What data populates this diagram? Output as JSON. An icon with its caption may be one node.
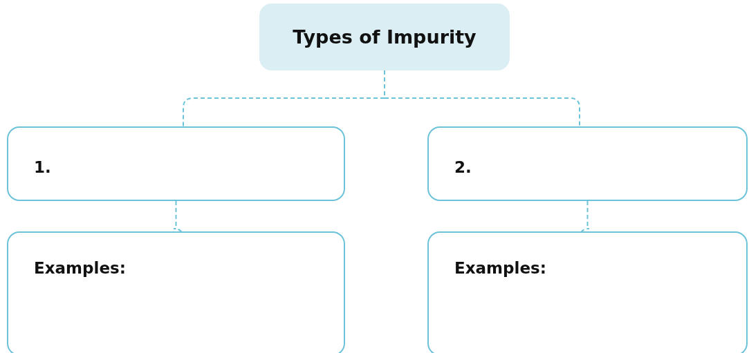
{
  "diagram": {
    "nodes": [
      {
        "text": [
          "Types of Impurity"
        ]
      },
      {
        "text": [
          "1."
        ]
      },
      {
        "text": [
          "2."
        ]
      },
      {
        "text": [
          "Examples:"
        ]
      },
      {
        "text": [
          "Examples:"
        ]
      }
    ],
    "edges": [
      {
        "from": 0,
        "to": 1,
        "arrow": "none",
        "style": "dashed"
      },
      {
        "from": 0,
        "to": 2,
        "arrow": "none",
        "style": "dashed"
      },
      {
        "from": 1,
        "to": 3,
        "arrow": "none",
        "style": "dashed"
      },
      {
        "from": 2,
        "to": 4,
        "arrow": "none",
        "style": "dashed"
      }
    ]
  }
}
